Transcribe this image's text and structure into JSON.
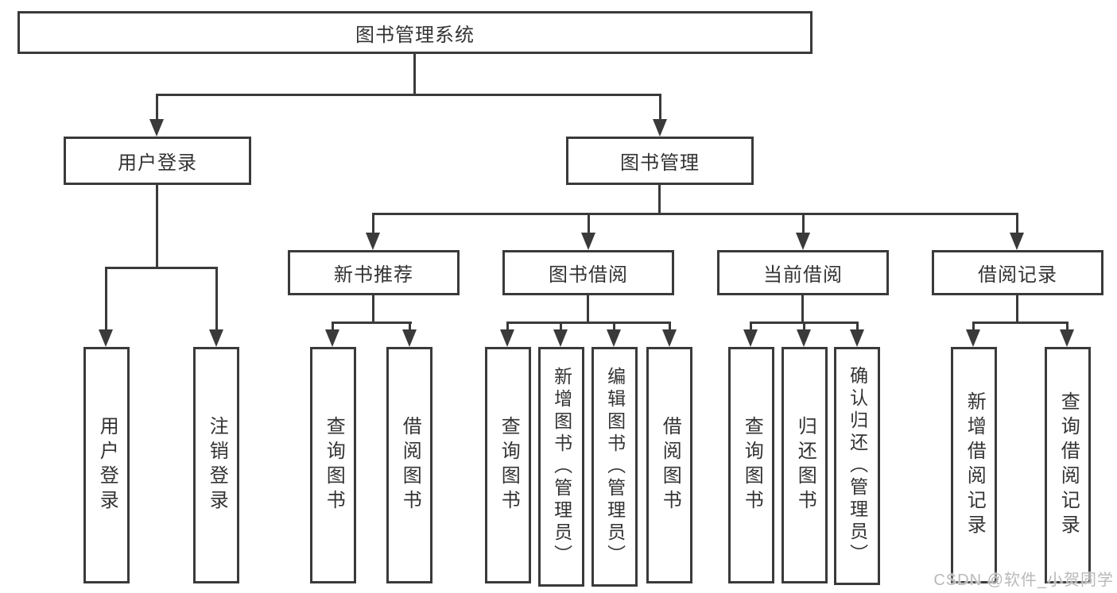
{
  "diagram": {
    "root": {
      "label": "图书管理系统"
    },
    "level2": [
      {
        "label": "用户登录"
      },
      {
        "label": "图书管理"
      }
    ],
    "level3": [
      {
        "label": "新书推荐"
      },
      {
        "label": "图书借阅"
      },
      {
        "label": "当前借阅"
      },
      {
        "label": "借阅记录"
      }
    ],
    "leaves": [
      {
        "label": "用户登录"
      },
      {
        "label": "注销登录"
      },
      {
        "label": "查询图书"
      },
      {
        "label": "借阅图书"
      },
      {
        "label": "查询图书"
      },
      {
        "label": "新增图书（管理员）"
      },
      {
        "label": "编辑图书（管理员）"
      },
      {
        "label": "借阅图书"
      },
      {
        "label": "查询图书"
      },
      {
        "label": "归还图书"
      },
      {
        "label": "确认归还（管理员）"
      },
      {
        "label": "新增借阅记录"
      },
      {
        "label": "查询借阅记录"
      }
    ],
    "colors": {
      "stroke": "#3a3a3a",
      "text": "#333333",
      "background": "#ffffff",
      "watermark": "#b9b9b9"
    },
    "watermark": "CSDN @软件_小贺同学"
  }
}
